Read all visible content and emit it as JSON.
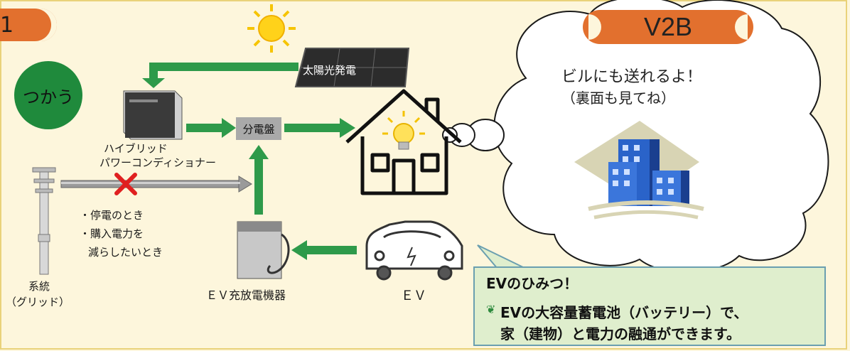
{
  "left_tab": {
    "label": "1"
  },
  "circle": {
    "label": "つかう"
  },
  "solar": {
    "label": "太陽光発電"
  },
  "inverter": {
    "line1": "ハイブリッド",
    "line2": "パワーコンディショナー"
  },
  "switchboard": {
    "label": "分電盤"
  },
  "grid": {
    "line1": "系統",
    "line2": "（グリッド）"
  },
  "notes": {
    "line1": "・停電のとき",
    "line2": "・購入電力を",
    "line3": "減らしたいとき"
  },
  "charger": {
    "label": "ＥＶ充放電機器"
  },
  "ev": {
    "label": "ＥＶ"
  },
  "v2b": {
    "label": "V2B"
  },
  "bubble": {
    "line1": "ビルにも送れるよ！",
    "line2": "（裏面も見てね）"
  },
  "hint": {
    "title": "EVのひみつ！",
    "line1": "EVの大容量蓄電池（バッテリー）で、",
    "line2": "家（建物）と電力の融通ができます。"
  },
  "colors": {
    "arrow": "#2e9a4a",
    "tab": "#e2702e",
    "circle": "#1f8a3c",
    "building": "#2a63c9"
  },
  "icons": [
    "sun-icon",
    "solar-panel-icon",
    "house-icon",
    "bulb-icon",
    "ev-car-icon",
    "building-icon",
    "charger-icon",
    "utility-pole-icon",
    "cross-icon",
    "leaf-icon"
  ]
}
